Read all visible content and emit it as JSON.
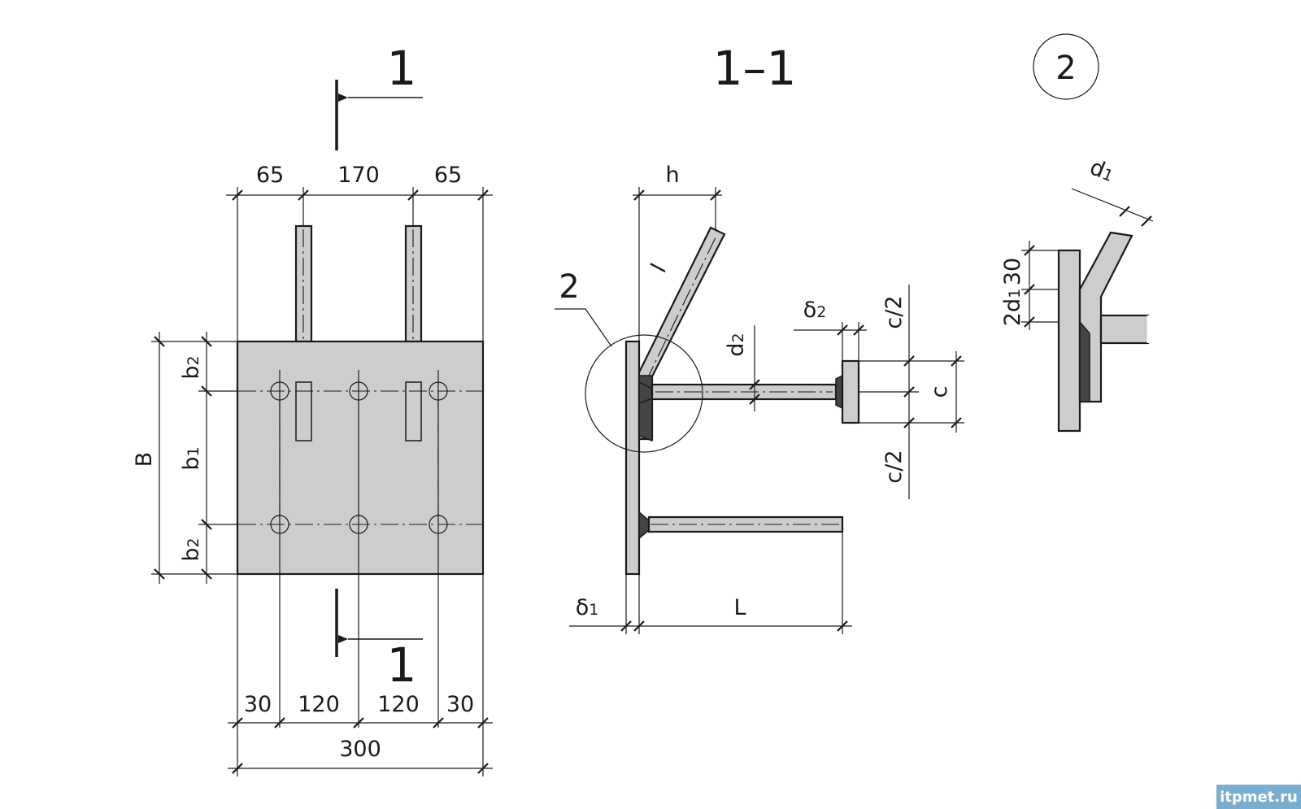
{
  "section": {
    "mark": "1",
    "title": "1–1"
  },
  "detail": {
    "mark": "2"
  },
  "plan": {
    "top_dims": [
      "65",
      "170",
      "65"
    ],
    "bottom_dims": [
      "30",
      "120",
      "120",
      "30"
    ],
    "overall_width": "300",
    "left_dims": [
      "b",
      "b",
      "b"
    ],
    "left_subs": [
      "2",
      "1",
      "2"
    ],
    "overall_height": "B"
  },
  "section_view": {
    "h": "h",
    "l": "l",
    "L": "L",
    "c": "c",
    "c_half": "c/2",
    "delta_1": "δ",
    "delta_1_sub": "1",
    "delta_2": "δ",
    "delta_2_sub": "2",
    "d2": "d",
    "d2_sub": "2"
  },
  "detail_view": {
    "d1": "d",
    "d1_sub": "1",
    "dim_30": "30",
    "dim_2d1": "2d",
    "dim_2d1_sub": "1"
  },
  "watermark": "itpmet.ru",
  "colors": {
    "steel_fill": "#cdcdcd",
    "weld_fill": "#444444",
    "badge": "#7aaed0"
  }
}
